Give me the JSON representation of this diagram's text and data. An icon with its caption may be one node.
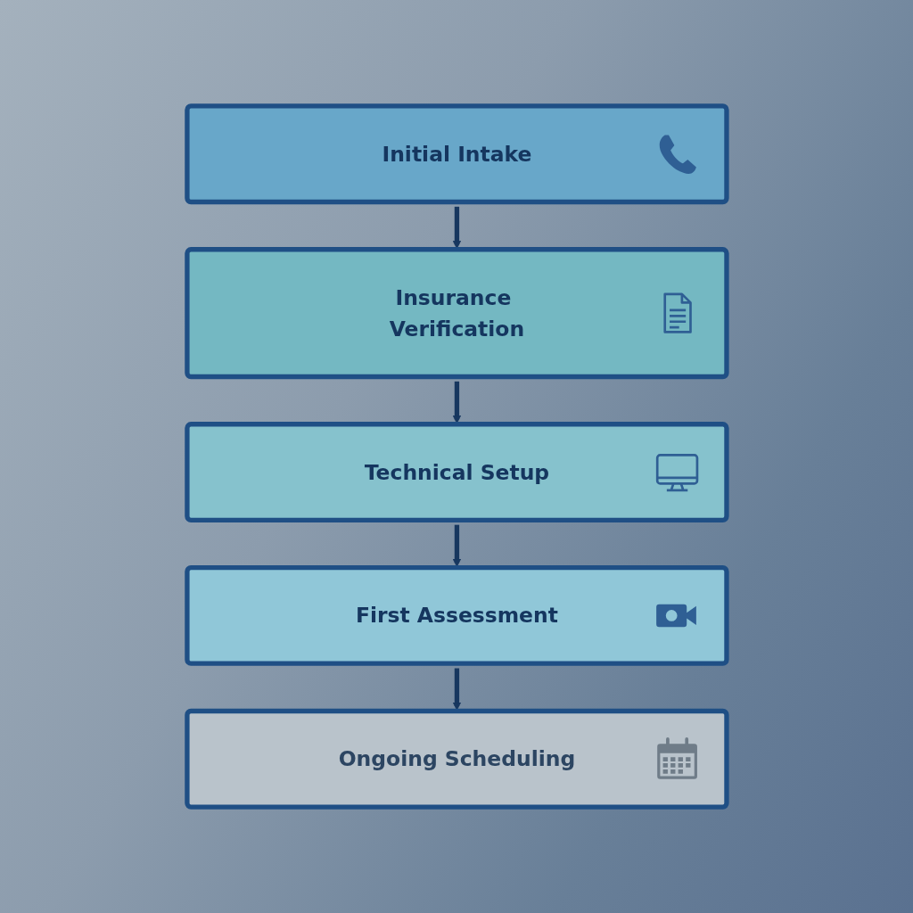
{
  "diagram": {
    "nodes": [
      {
        "text": [
          "Initial Intake"
        ]
      },
      {
        "text": [
          "Insurance Verification"
        ]
      },
      {
        "text": [
          "Technical Setup"
        ]
      },
      {
        "text": [
          "First Assessment"
        ]
      },
      {
        "text": [
          "Ongoing Scheduling"
        ]
      }
    ],
    "edges": [
      {
        "from": 0,
        "to": 1,
        "arrow": "to"
      },
      {
        "from": 1,
        "to": 2,
        "arrow": "to"
      },
      {
        "from": 2,
        "to": 3,
        "arrow": "to"
      },
      {
        "from": 3,
        "to": 4,
        "arrow": "to"
      }
    ]
  }
}
